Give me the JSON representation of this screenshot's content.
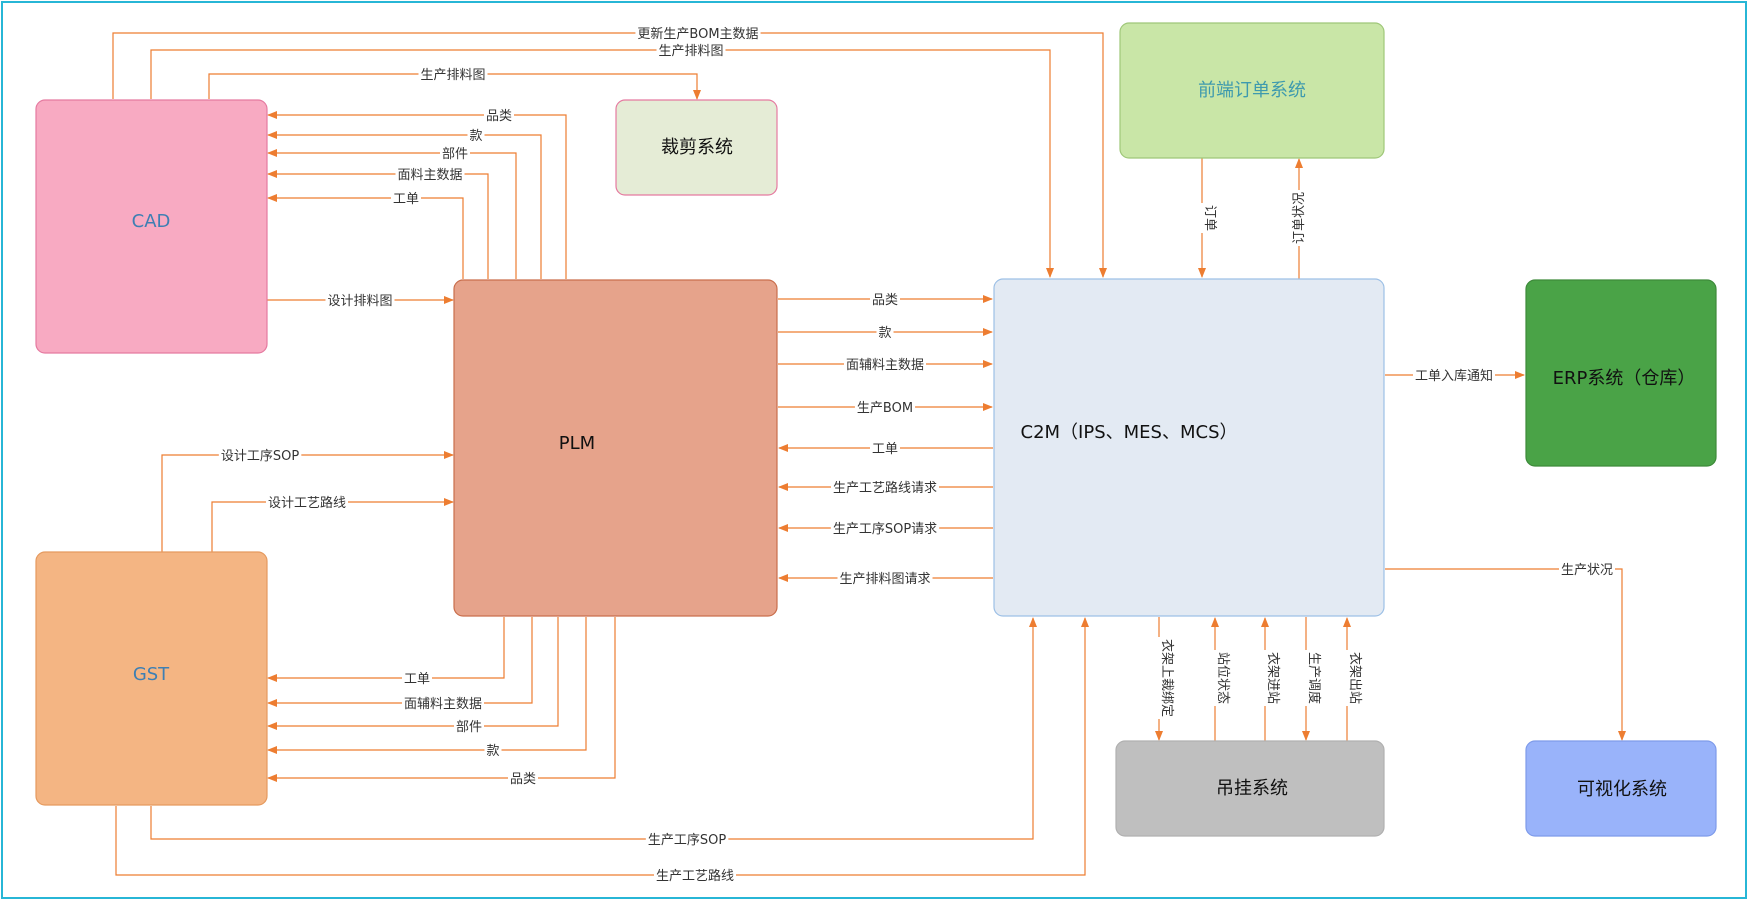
{
  "colors": {
    "border": "#27b6d6",
    "arrow": "#ED7D31",
    "label": "#333333"
  },
  "nodes": {
    "cad": {
      "label": "CAD",
      "fill": "#F8AAC2",
      "stroke": "#E57AA0",
      "text": "#3E7FB3"
    },
    "gst": {
      "label": "GST",
      "fill": "#F4B583",
      "stroke": "#E59A5F",
      "text": "#3E7FB3"
    },
    "plm": {
      "label": "PLM",
      "fill": "#E6A38B",
      "stroke": "#C96E4C",
      "text": "#111111"
    },
    "cut": {
      "label": "裁剪系统",
      "fill": "#E5ECD6",
      "stroke": "#E57AA0",
      "text": "#111111"
    },
    "front": {
      "label": "前端订单系统",
      "fill": "#C9E6A7",
      "stroke": "#9FC779",
      "text": "#3E9AAE"
    },
    "c2m": {
      "label": "C2M（IPS、MES、MCS）",
      "fill": "#E3EAF3",
      "stroke": "#9DC0E6",
      "text": "#111111"
    },
    "erp": {
      "label": "ERP系统（仓库）",
      "fill": "#4AA347",
      "stroke": "#3D8A3A",
      "text": "#111111"
    },
    "hang": {
      "label": "吊挂系统",
      "fill": "#BFBFBF",
      "stroke": "#B0B0B0",
      "text": "#111111"
    },
    "vis": {
      "label": "可视化系统",
      "fill": "#99B3FA",
      "stroke": "#7E9BEA",
      "text": "#111111"
    }
  },
  "edges": {
    "cad_c2m_bom": "更新生产BOM主数据",
    "cad_c2m_layout": "生产排料图",
    "cad_cut_layout": "生产排料图",
    "plm_cad_category": "品类",
    "plm_cad_style": "款",
    "plm_cad_part": "部件",
    "plm_cad_fabric": "面料主数据",
    "plm_cad_order": "工单",
    "cad_plm_design_layout": "设计排料图",
    "gst_plm_sop": "设计工序SOP",
    "gst_plm_route": "设计工艺路线",
    "plm_gst_order": "工单",
    "plm_gst_fabric": "面辅料主数据",
    "plm_gst_part": "部件",
    "plm_gst_style": "款",
    "plm_gst_category": "品类",
    "plm_c2m_category": "品类",
    "plm_c2m_style": "款",
    "plm_c2m_fabric": "面辅料主数据",
    "plm_c2m_bom": "生产BOM",
    "c2m_plm_order": "工单",
    "c2m_plm_route_req": "生产工艺路线请求",
    "c2m_plm_sop_req": "生产工序SOP请求",
    "c2m_plm_layout_req": "生产排料图请求",
    "front_c2m_order": "订单",
    "c2m_front_status": "订单状况",
    "c2m_erp_notice": "工单入库通知",
    "c2m_vis_status": "生产状况",
    "c2m_hang_bind": "衣架上裁绑定",
    "hang_c2m_station": "站位状态",
    "hang_c2m_in": "衣架进站",
    "c2m_hang_dispatch": "生产调度",
    "hang_c2m_out": "衣架出站",
    "gst_c2m_sop": "生产工序SOP",
    "gst_c2m_route": "生产工艺路线"
  }
}
